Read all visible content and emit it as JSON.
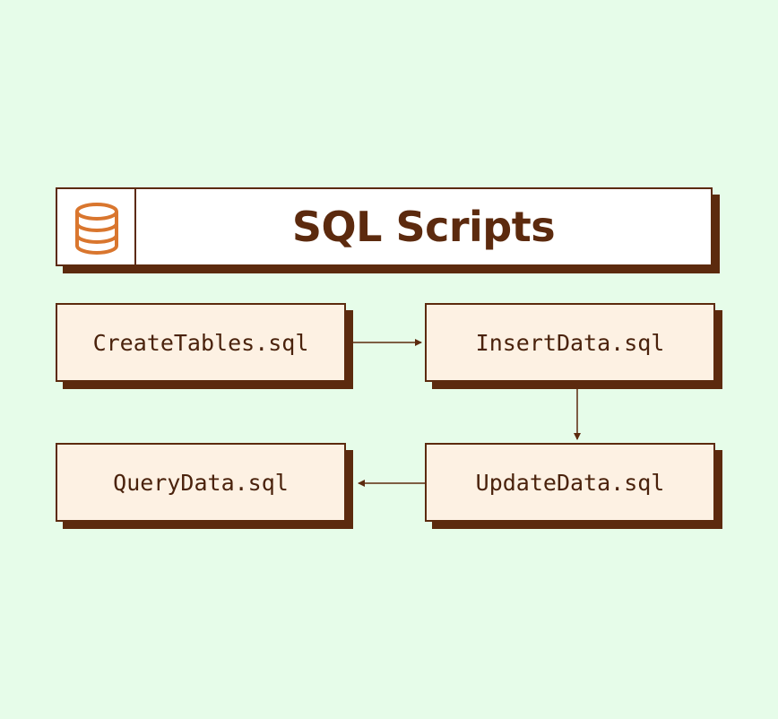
{
  "title": "SQL Scripts",
  "header_icon": "database-icon",
  "nodes": [
    {
      "id": "n1",
      "label": "CreateTables.sql"
    },
    {
      "id": "n2",
      "label": "InsertData.sql"
    },
    {
      "id": "n3",
      "label": "UpdateData.sql"
    },
    {
      "id": "n4",
      "label": "QueryData.sql"
    }
  ],
  "edges": [
    {
      "from": "CreateTables.sql",
      "to": "InsertData.sql"
    },
    {
      "from": "InsertData.sql",
      "to": "UpdateData.sql"
    },
    {
      "from": "UpdateData.sql",
      "to": "QueryData.sql"
    }
  ],
  "colors": {
    "background": "#e6fce9",
    "outline": "#5c2a0e",
    "node_fill": "#fdf1e3",
    "icon": "#d9762e"
  }
}
